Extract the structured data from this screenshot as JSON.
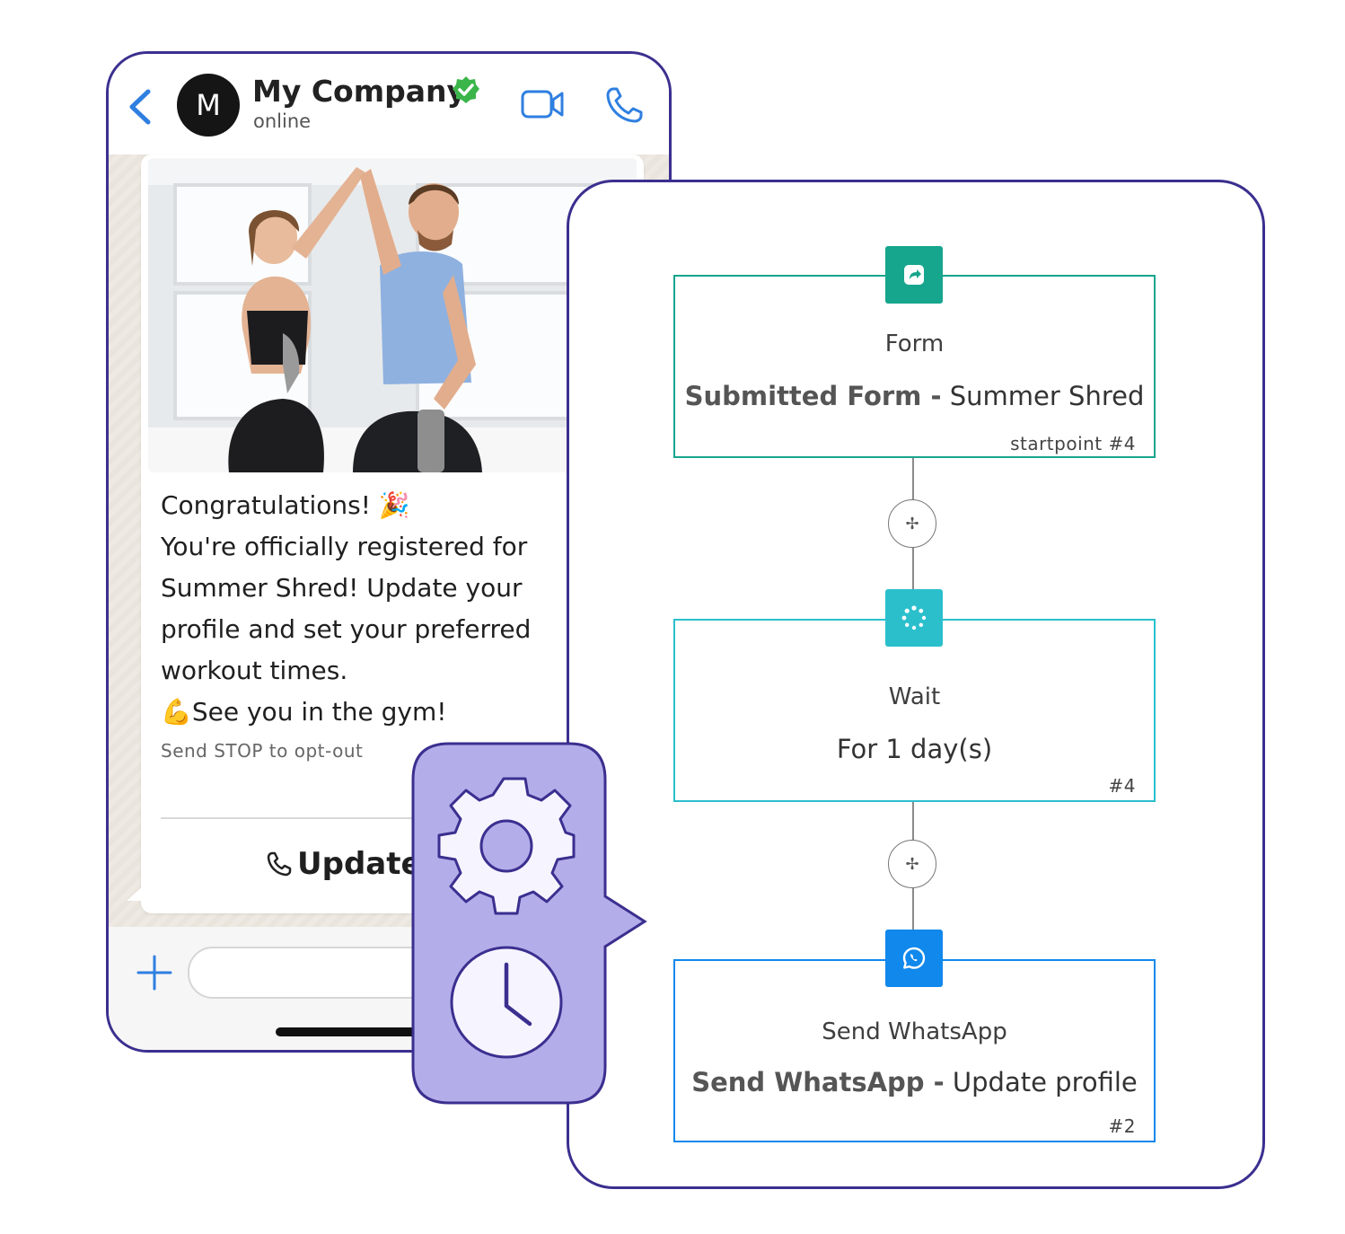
{
  "chat": {
    "contact_name": "My Company",
    "contact_initial": "M",
    "status": "online",
    "message_lines": [
      "Congratulations! 🎉",
      "You're officially registered for",
      "Summer Shred! Update your",
      "profile and set your preferred",
      "workout times.",
      "💪See you in the gym!"
    ],
    "optout": "Send STOP to opt-out",
    "cta_label": "Update"
  },
  "workflow": {
    "nodes": [
      {
        "title": "Form",
        "desc_bold": "Submitted Form -",
        "desc": "Summer Shred",
        "num": "startpoint #4",
        "color": "#16a58d"
      },
      {
        "title": "Wait",
        "desc_bold": "",
        "desc": "For 1 day(s)",
        "num": "#4",
        "color": "#2bbfcc"
      },
      {
        "title": "Send WhatsApp",
        "desc_bold": "Send WhatsApp -",
        "desc": "Update profile",
        "num": "#2",
        "color": "#1088ec"
      }
    ]
  },
  "icons": [
    "back-icon",
    "verified-icon",
    "video-icon",
    "phone-icon",
    "plus-icon",
    "share-icon",
    "loading-icon",
    "whatsapp-icon",
    "gear-icon",
    "clock-icon"
  ],
  "colors": {
    "frame": "#3b2f8f",
    "accent_blue": "#2f7fe0",
    "settings_fill": "#b3aeea"
  }
}
